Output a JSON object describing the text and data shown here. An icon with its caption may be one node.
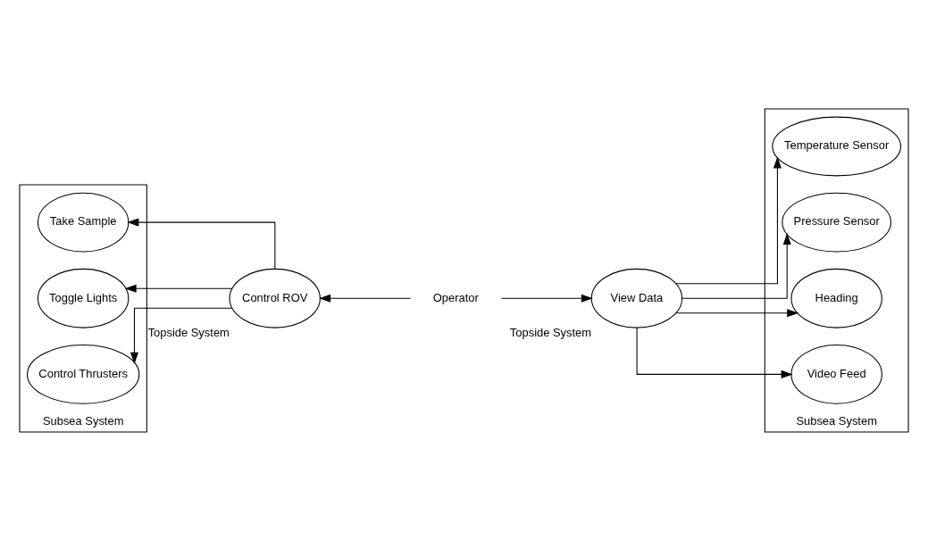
{
  "diagram": {
    "nodes": [
      {
        "text": [
          "Subsea System"
        ]
      },
      {
        "text": [
          "Take Sample"
        ],
        "in": 0
      },
      {
        "text": [
          "Toggle Lights"
        ],
        "in": 0
      },
      {
        "text": [
          "Control Thrusters"
        ],
        "in": 0
      },
      {
        "text": [
          "Control ROV"
        ],
        "beside": [
          "Topside System"
        ]
      },
      {
        "text": [
          "Operator"
        ]
      },
      {
        "text": [
          "View Data"
        ],
        "beside": [
          "Topside System"
        ]
      },
      {
        "text": [
          "Subsea System"
        ]
      },
      {
        "text": [
          "Temperature Sensor"
        ],
        "in": 7
      },
      {
        "text": [
          "Pressure Sensor"
        ],
        "in": 7
      },
      {
        "text": [
          "Heading"
        ],
        "in": 7
      },
      {
        "text": [
          "Video Feed"
        ],
        "in": 7
      }
    ],
    "edges": [
      {
        "from": 5,
        "to": 4,
        "arrow": "to"
      },
      {
        "from": 4,
        "to": 1,
        "arrow": "to"
      },
      {
        "from": 4,
        "to": 2,
        "arrow": "to"
      },
      {
        "from": 4,
        "to": 3,
        "arrow": "to"
      },
      {
        "from": 5,
        "to": 6,
        "arrow": "to"
      },
      {
        "from": 6,
        "to": 8,
        "arrow": "to"
      },
      {
        "from": 6,
        "to": 9,
        "arrow": "to"
      },
      {
        "from": 6,
        "to": 10,
        "arrow": "to"
      },
      {
        "from": 6,
        "to": 11,
        "arrow": "to"
      }
    ]
  }
}
